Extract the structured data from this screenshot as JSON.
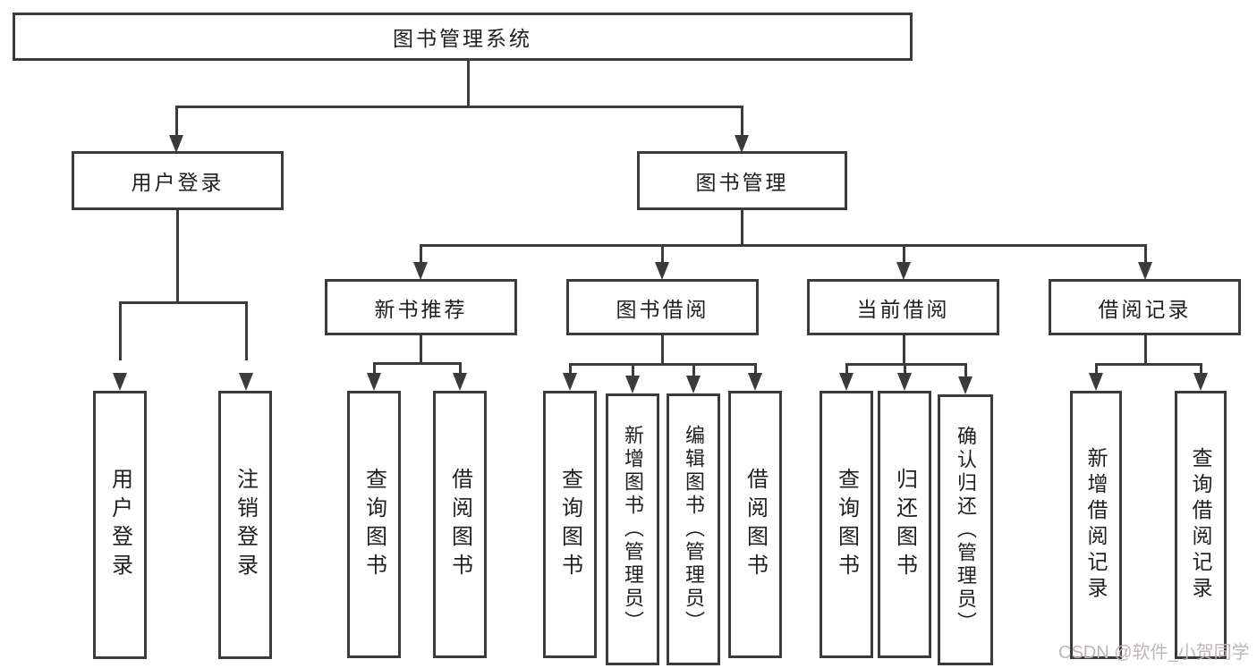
{
  "diagram_title": "图书管理系统",
  "colors": {
    "line": "#3b3b3b",
    "text": "#1f1f1f",
    "background": "#ffffff",
    "watermark": "#bdb6b6"
  },
  "nodes": {
    "root": "图书管理系统",
    "user_login": "用户登录",
    "book_management": "图书管理",
    "new_book_recommend": "新书推荐",
    "book_borrowing": "图书借阅",
    "current_borrowing": "当前借阅",
    "borrowing_records": "借阅记录",
    "leaf_user_login": "用户登录",
    "leaf_logout": "注销登录",
    "rec_query_books": "查询图书",
    "rec_borrow_books": "借阅图书",
    "bb_query_books": "查询图书",
    "bb_add_books_admin": "新增图书（管理员）",
    "bb_edit_books_admin": "编辑图书（管理员）",
    "bb_borrow_books": "借阅图书",
    "cb_query_books": "查询图书",
    "cb_return_books": "归还图书",
    "cb_confirm_return_admin": "确认归还（管理员）",
    "br_add_record": "新增借阅记录",
    "br_query_record": "查询借阅记录"
  },
  "watermark": "CSDN @软件_小贺同学"
}
